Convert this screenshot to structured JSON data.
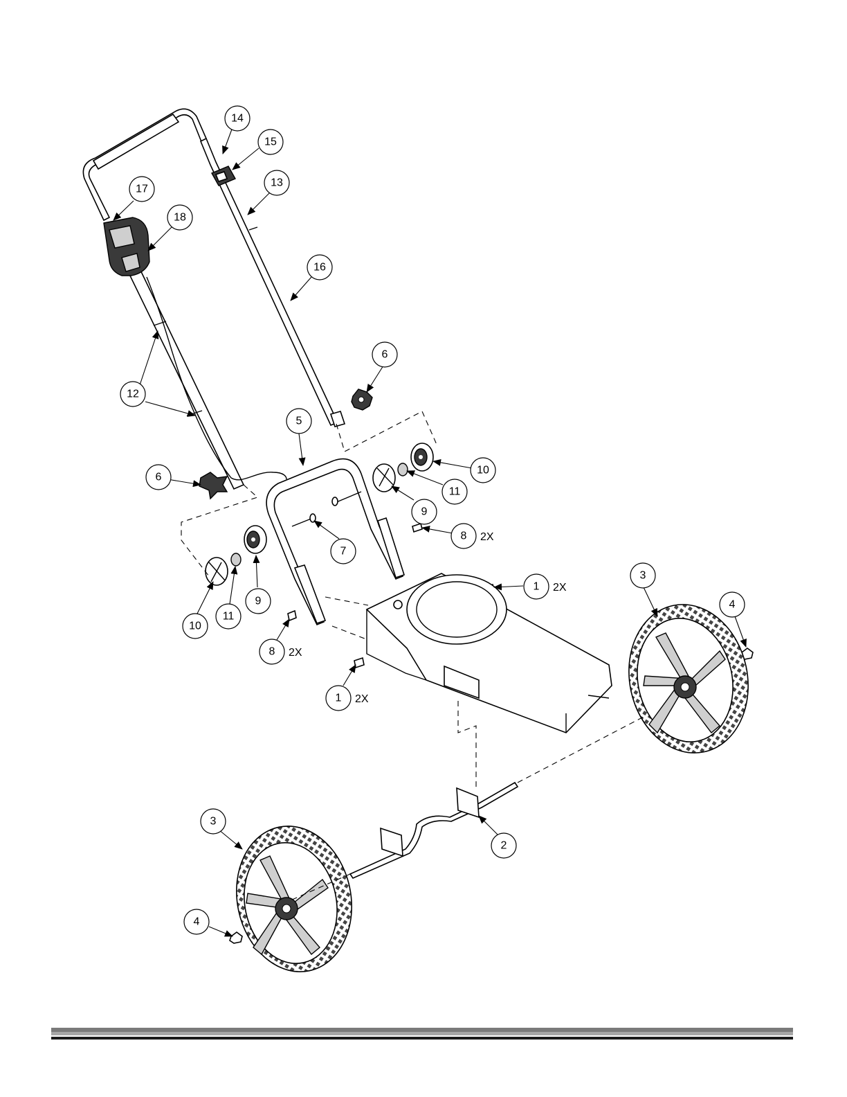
{
  "callouts": [
    {
      "label": "14"
    },
    {
      "label": "15"
    },
    {
      "label": "13"
    },
    {
      "label": "17"
    },
    {
      "label": "18"
    },
    {
      "label": "16"
    },
    {
      "label": "6"
    },
    {
      "label": "12"
    },
    {
      "label": "5"
    },
    {
      "label": "10"
    },
    {
      "label": "11"
    },
    {
      "label": "6"
    },
    {
      "label": "9"
    },
    {
      "label": "7"
    },
    {
      "label": "8"
    },
    {
      "label": "1"
    },
    {
      "label": "3"
    },
    {
      "label": "4"
    },
    {
      "label": "9"
    },
    {
      "label": "11"
    },
    {
      "label": "10"
    },
    {
      "label": "8"
    },
    {
      "label": "1"
    },
    {
      "label": "2"
    },
    {
      "label": "3"
    },
    {
      "label": "4"
    }
  ],
  "quantities": {
    "q8a": "2X",
    "q1a": "2X",
    "q8b": "2X",
    "q1b": "2X"
  }
}
